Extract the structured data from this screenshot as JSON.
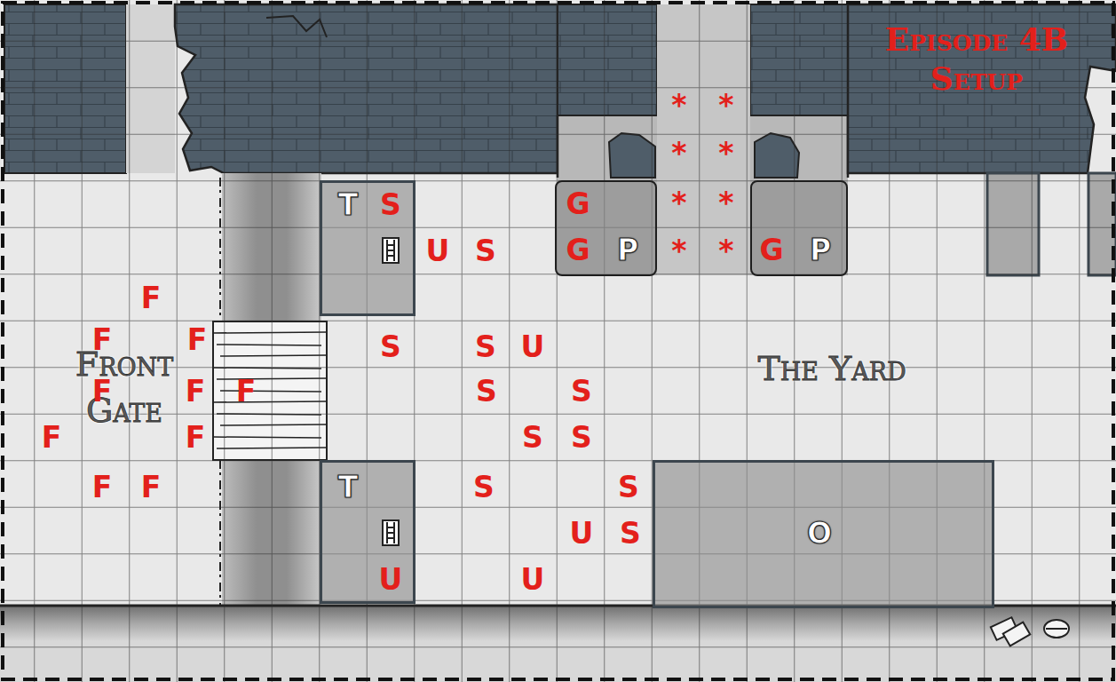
{
  "diagram": {
    "title": "Episode 4B Setup",
    "nodes": [
      {
        "text": [
          "T",
          "S"
        ]
      },
      {
        "text": [
          "G",
          "G",
          "P"
        ]
      },
      {
        "text": [
          "G",
          "P"
        ]
      },
      {
        "text": [
          "T",
          "U"
        ]
      },
      {
        "text": [
          "O"
        ]
      }
    ],
    "labels": [
      "*",
      "*",
      "*",
      "*",
      "*",
      "*",
      "U",
      "S",
      "*",
      "*",
      "F",
      "F",
      "F",
      "S",
      "S",
      "U",
      "Front Gate",
      "The Yard",
      "F",
      "F",
      "F",
      "S",
      "S",
      "F",
      "F",
      "S",
      "S",
      "F",
      "F",
      "S",
      "S",
      "U",
      "S",
      "U"
    ]
  }
}
